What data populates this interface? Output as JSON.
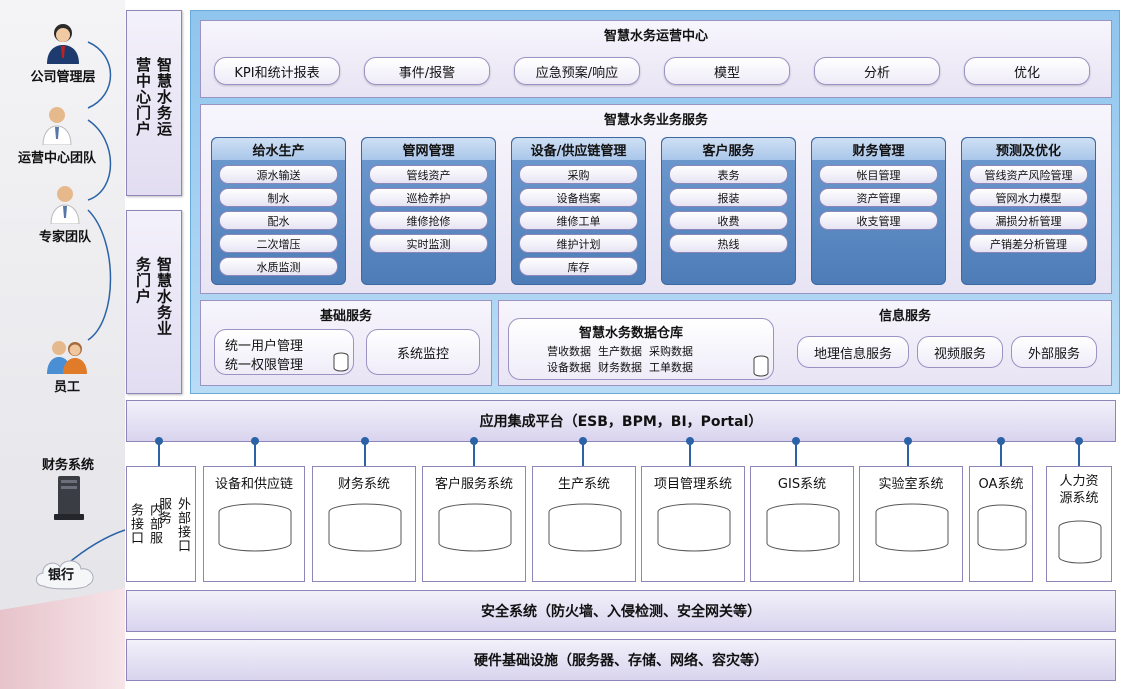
{
  "actors": {
    "company_mgmt": "公司管理层",
    "ops_team": "运营中心团队",
    "expert_team": "专家团队",
    "staff": "员工"
  },
  "external": {
    "finance_system": "财务系统",
    "bank": "银行"
  },
  "portals": {
    "ops_portal": "智慧水务运营中心门户",
    "biz_portal": "智慧水务业务门户"
  },
  "ops_center": {
    "title": "智慧水务运营中心",
    "items": [
      "KPI和统计报表",
      "事件/报警",
      "应急预案/响应",
      "模型",
      "分析",
      "优化"
    ]
  },
  "biz_services": {
    "title": "智慧水务业务服务",
    "columns": [
      {
        "title": "给水生产",
        "items": [
          "源水输送",
          "制水",
          "配水",
          "二次增压",
          "水质监测"
        ]
      },
      {
        "title": "管网管理",
        "items": [
          "管线资产",
          "巡检养护",
          "维修抢修",
          "实时监测"
        ]
      },
      {
        "title": "设备/供应链管理",
        "items": [
          "采购",
          "设备档案",
          "维修工单",
          "维护计划",
          "库存"
        ]
      },
      {
        "title": "客户服务",
        "items": [
          "表务",
          "报装",
          "收费",
          "热线"
        ]
      },
      {
        "title": "财务管理",
        "items": [
          "帐目管理",
          "资产管理",
          "收支管理"
        ]
      },
      {
        "title": "预测及优化",
        "items": [
          "管线资产风险管理",
          "管网水力模型",
          "漏损分析管理",
          "产销差分析管理"
        ]
      }
    ]
  },
  "basic_services": {
    "title": "基础服务",
    "uum_line1": "统一用户管理",
    "uum_line2": "统一权限管理",
    "monitor": "系统监控"
  },
  "info_services": {
    "title": "信息服务",
    "dw_title": "智慧水务数据仓库",
    "dw_line1": "营收数据  生产数据  采购数据",
    "dw_line2": "设备数据  财务数据  工单数据",
    "gis": "地理信息服务",
    "video": "视频服务",
    "external": "外部服务"
  },
  "integration": "应用集成平台（ESB，BPM，BI，Portal）",
  "interfaces": {
    "external_line": "外部接口服务",
    "internal_line": "内部服务接口"
  },
  "systems": [
    "设备和供应链",
    "财务系统",
    "客户服务系统",
    "生产系统",
    "项目管理系统",
    "GIS系统",
    "实验室系统",
    "OA系统",
    "人力资源系统"
  ],
  "security": "安全系统（防火墙、入侵检测、安全网关等）",
  "hardware": "硬件基础设施（服务器、存储、网络、容灾等）",
  "colors": {
    "frame_blue": "#8fc5ee",
    "column_blue": "#4d7cb7",
    "panel_lavender": "#e8e4f4",
    "connector": "#2b63a6"
  }
}
